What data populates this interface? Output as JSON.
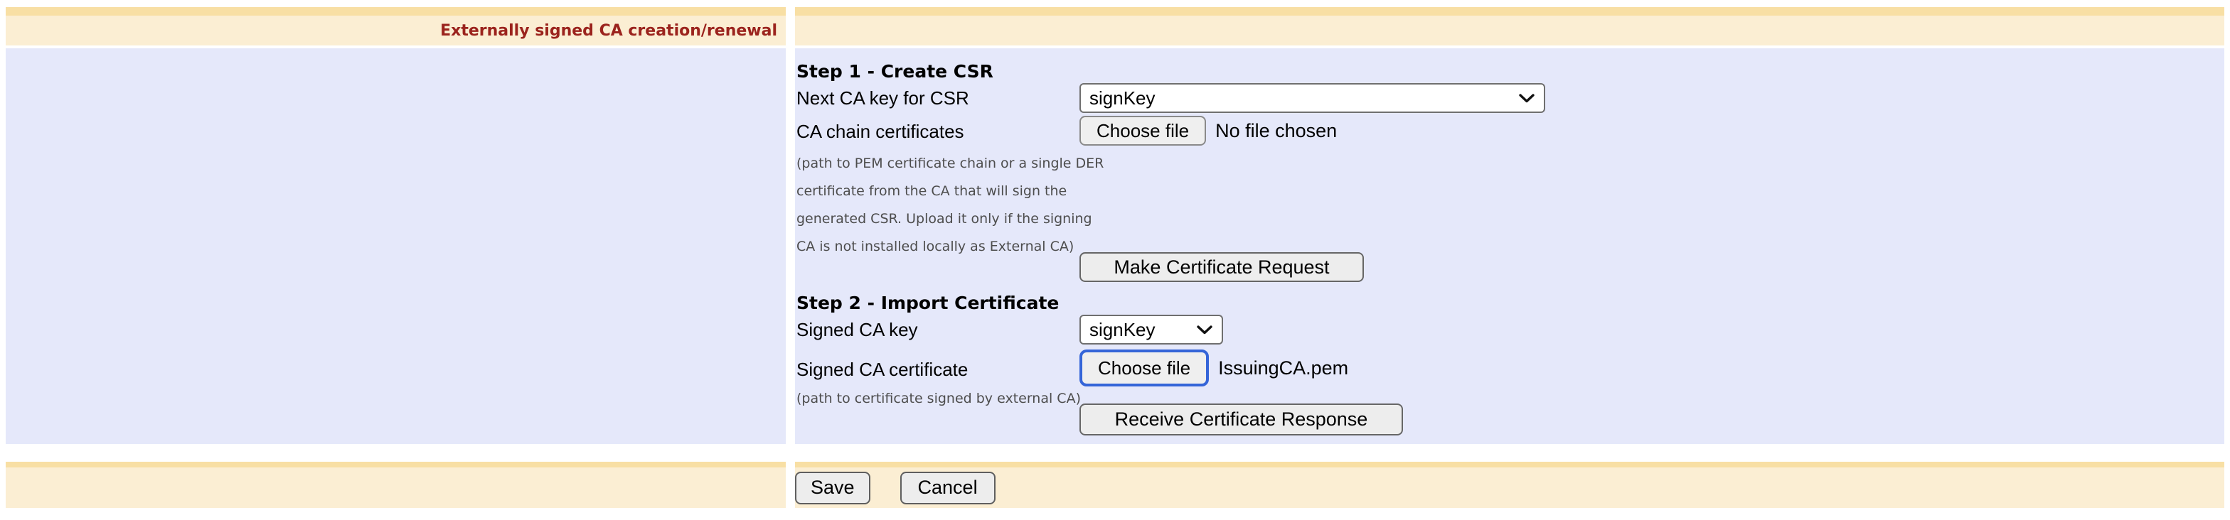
{
  "header": {
    "title": "Externally signed CA creation/renewal"
  },
  "step1": {
    "heading": "Step 1 - Create CSR",
    "next_ca_key_label": "Next CA key for CSR",
    "next_ca_key_selected": "signKey",
    "ca_chain_label": "CA chain certificates",
    "ca_chain_help_lines": [
      "(path to PEM certificate chain or a single DER",
      "certificate from the CA that will sign the",
      "generated CSR. Upload it only if the signing",
      "CA is not installed locally as External CA)"
    ],
    "choose_file_button": "Choose file",
    "file_status": "No file chosen",
    "make_request_button": "Make Certificate Request"
  },
  "step2": {
    "heading": "Step 2 - Import Certificate",
    "signed_key_label": "Signed CA key",
    "signed_key_selected": "signKey",
    "signed_cert_label": "Signed CA certificate",
    "signed_cert_help": "(path to certificate signed by external CA)",
    "choose_file_button": "Choose file",
    "file_name": "IssuingCA.pem",
    "receive_response_button": "Receive Certificate Response"
  },
  "footer": {
    "save_button": "Save",
    "cancel_button": "Cancel"
  },
  "colors": {
    "header_row_bg": "#FBEED3",
    "header_row_top_strip": "#F8DFA4",
    "content_row_bg": "#E5E8FA",
    "title_text": "#9B231D",
    "focus_ring_blue": "#3565D8",
    "button_bg": "#EDEDED",
    "button_border": "#666666",
    "help_text_gray": "#4D4D4D"
  }
}
